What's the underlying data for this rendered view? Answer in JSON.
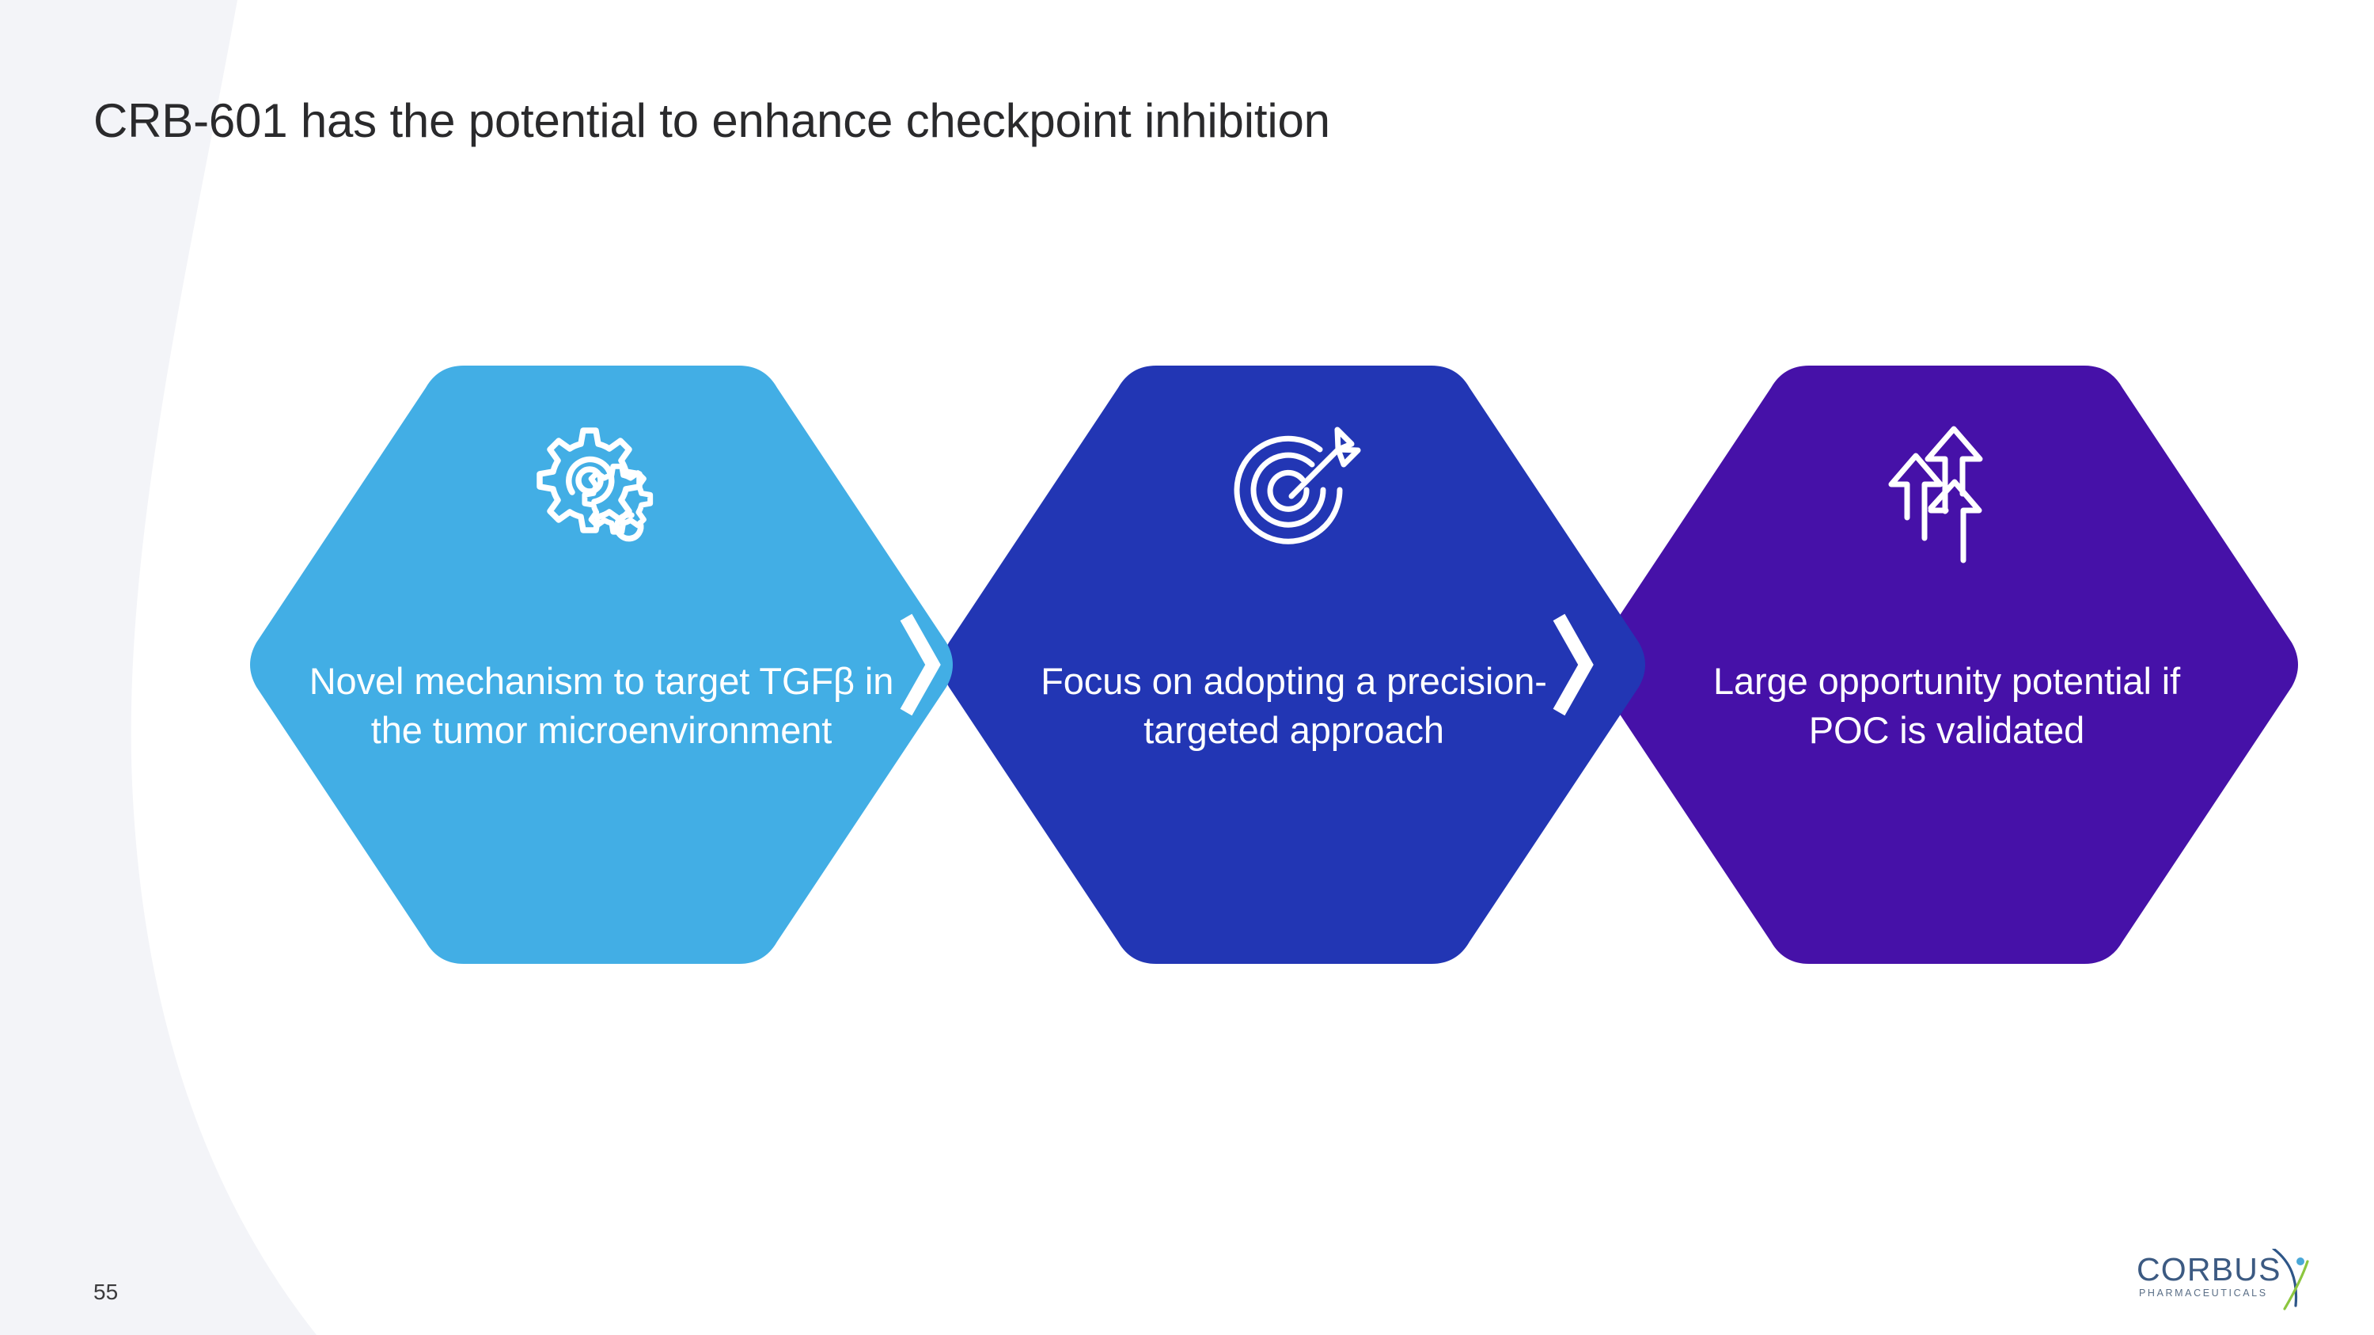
{
  "slide": {
    "title": "CRB-601 has the potential to enhance checkpoint inhibition",
    "page_number": "55",
    "background_color": "#ffffff",
    "title_color": "#2a2a2c"
  },
  "decor": {
    "left_curve_color": "#f3f4f8",
    "left_curve_name": "left-edge-curve"
  },
  "steps": [
    {
      "id": "step-1",
      "label": "Novel mechanism to target TGFβ in the tumor microenvironment",
      "icon": "gears-icon",
      "color": "#42AEE5"
    },
    {
      "id": "step-2",
      "label": "Focus on adopting a precision-targeted approach",
      "icon": "target-arrow-icon",
      "color": "#2236B4"
    },
    {
      "id": "step-3",
      "label": "Large opportunity potential if POC is validated",
      "icon": "up-arrows-icon",
      "color": "#4611A8"
    }
  ],
  "connectors": [
    {
      "id": "connector-1",
      "icon": "chevron-right-icon",
      "color": "#ffffff",
      "shadow_color": "#1d2d94"
    },
    {
      "id": "connector-2",
      "icon": "chevron-right-icon",
      "color": "#ffffff",
      "shadow_color": "#331277"
    }
  ],
  "logo": {
    "name": "corbus-pharmaceuticals-logo",
    "wordmark": "CORBUS",
    "tagline": "PHARMACEUTICALS",
    "wordmark_color": "#3c5a82",
    "tagline_color": "#5a6e86",
    "swoosh_color": "#2e5688",
    "leaf_color": "#8cc63f",
    "dot_color": "#4aa8d8"
  }
}
